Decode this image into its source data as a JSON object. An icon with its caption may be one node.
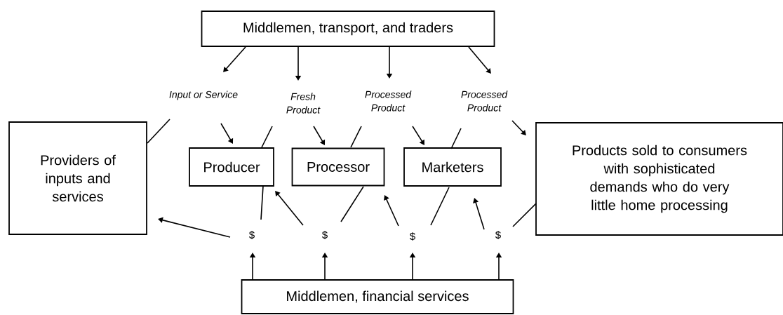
{
  "diagram": {
    "nodes": [
      {
        "text": [
          "Middlemen, transport, and traders"
        ]
      },
      {
        "text": [
          "Input or Service"
        ]
      },
      {
        "text": [
          "Fresh Product"
        ]
      },
      {
        "text": [
          "Processed Product"
        ]
      },
      {
        "text": [
          "Processed Product"
        ]
      },
      {
        "text": [
          "Providers of inputs and services"
        ]
      },
      {
        "text": [
          "Producer"
        ]
      },
      {
        "text": [
          "Processor"
        ]
      },
      {
        "text": [
          "Marketers"
        ]
      },
      {
        "text": [
          "Products sold to consumers with sophisticated demands who do very little home processing"
        ]
      },
      {
        "text": [
          "$"
        ]
      },
      {
        "text": [
          "$"
        ]
      },
      {
        "text": [
          "$"
        ]
      },
      {
        "text": [
          "$"
        ]
      },
      {
        "text": [
          "Middlemen, financial services"
        ]
      }
    ],
    "edges": [
      {
        "from": 0,
        "to": 1,
        "arrow": "to"
      },
      {
        "from": 0,
        "to": 2,
        "arrow": "to"
      },
      {
        "from": 0,
        "to": 3,
        "arrow": "to"
      },
      {
        "from": 0,
        "to": 4,
        "arrow": "to"
      },
      {
        "from": 1,
        "to": 6,
        "arrow": "to"
      },
      {
        "from": 1,
        "to": 5,
        "arrow": "none"
      },
      {
        "from": 2,
        "to": 7,
        "arrow": "to"
      },
      {
        "from": 2,
        "to": 6,
        "arrow": "none"
      },
      {
        "from": 3,
        "to": 8,
        "arrow": "to"
      },
      {
        "from": 3,
        "to": 7,
        "arrow": "none"
      },
      {
        "from": 4,
        "to": 9,
        "arrow": "to"
      },
      {
        "from": 4,
        "to": 8,
        "arrow": "none"
      },
      {
        "from": 10,
        "to": 5,
        "arrow": "to"
      },
      {
        "from": 10,
        "to": 6,
        "arrow": "none"
      },
      {
        "from": 11,
        "to": 6,
        "arrow": "to"
      },
      {
        "from": 11,
        "to": 7,
        "arrow": "none"
      },
      {
        "from": 12,
        "to": 7,
        "arrow": "to"
      },
      {
        "from": 12,
        "to": 8,
        "arrow": "none"
      },
      {
        "from": 13,
        "to": 8,
        "arrow": "to"
      },
      {
        "from": 13,
        "to": 9,
        "arrow": "none"
      },
      {
        "from": 14,
        "to": 10,
        "arrow": "to"
      },
      {
        "from": 14,
        "to": 11,
        "arrow": "to"
      },
      {
        "from": 14,
        "to": 12,
        "arrow": "to"
      },
      {
        "from": 14,
        "to": 13,
        "arrow": "to"
      }
    ]
  }
}
